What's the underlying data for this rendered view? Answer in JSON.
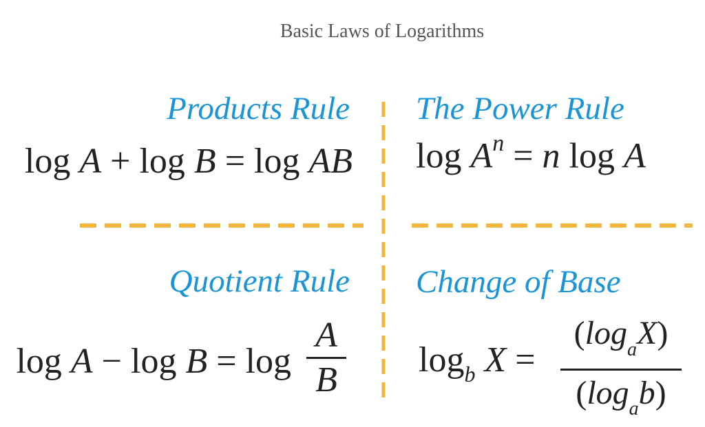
{
  "title": "Basic Laws of Logarithms",
  "colors": {
    "heading": "#1a94d6",
    "divider": "#f3b63c",
    "formula": "#222222",
    "title": "#555555"
  },
  "quadrants": {
    "products": {
      "heading": "Products Rule",
      "formula": {
        "log1": "log",
        "a": "A",
        "plus": "+",
        "log2": "log",
        "b": "B",
        "eq": "=",
        "log3": "log",
        "ab": "AB"
      }
    },
    "power": {
      "heading": "The Power Rule",
      "formula": {
        "log1": "log",
        "a": "A",
        "exp": "n",
        "eq": "=",
        "n": "n",
        "log2": "log",
        "a2": "A"
      }
    },
    "quotient": {
      "heading": "Quotient Rule",
      "formula": {
        "log1": "log",
        "a": "A",
        "minus": "−",
        "log2": "log",
        "b": "B",
        "eq": "=",
        "log3": "log",
        "numerator": "A",
        "denominator": "B"
      }
    },
    "change_of_base": {
      "heading": "Change of Base",
      "formula": {
        "log": "log",
        "base": "b",
        "x": "X",
        "eq": "=",
        "num_open": "(",
        "num_log": "log",
        "num_base": "a",
        "num_x": "X",
        "num_close": ")",
        "den_open": "(",
        "den_log": "log",
        "den_base": "a",
        "den_b": "b",
        "den_close": ")"
      }
    }
  }
}
